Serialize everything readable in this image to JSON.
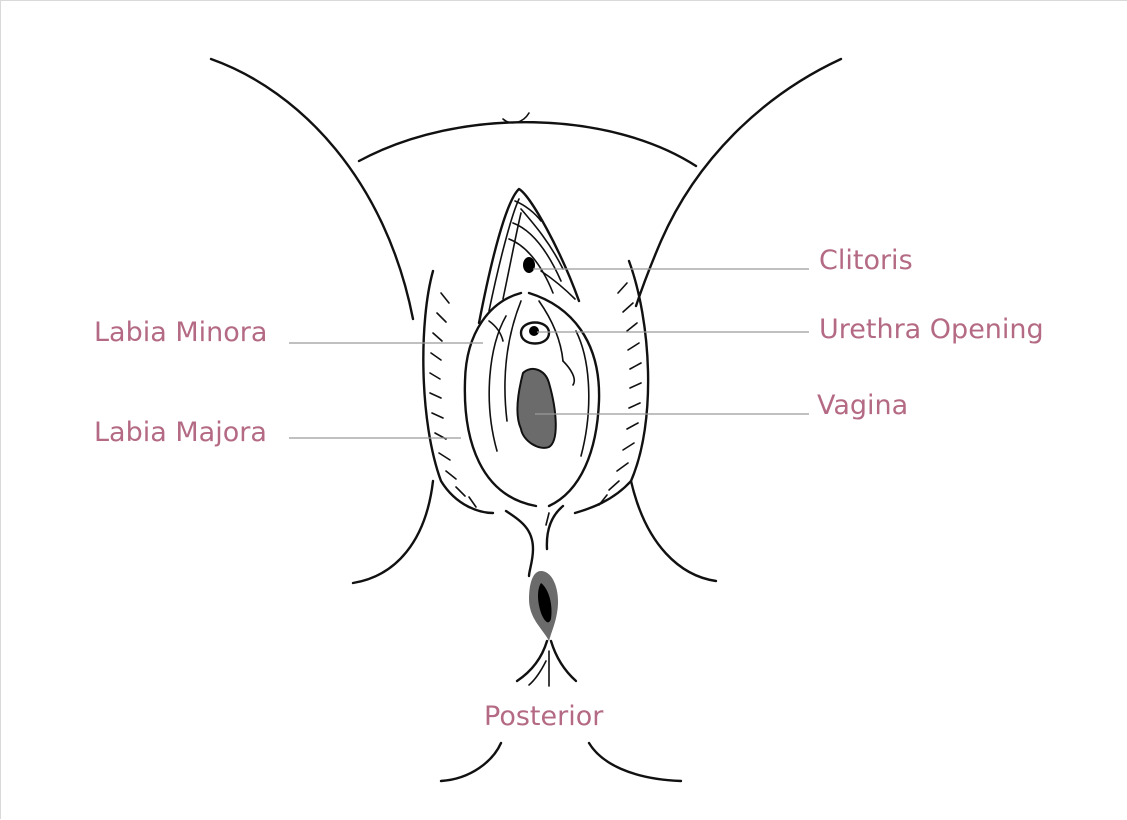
{
  "diagram": {
    "colors": {
      "label": "#b46a84",
      "ink": "#111111",
      "fill_dark": "#6b6b6b",
      "fill_black": "#000000",
      "leader": "#9a9a9a"
    },
    "labels": {
      "clitoris": "Clitoris",
      "urethra_opening": "Urethra Opening",
      "vagina": "Vagina",
      "labia_minora": "Labia Minora",
      "labia_majora": "Labia Majora",
      "posterior": "Posterior"
    }
  }
}
